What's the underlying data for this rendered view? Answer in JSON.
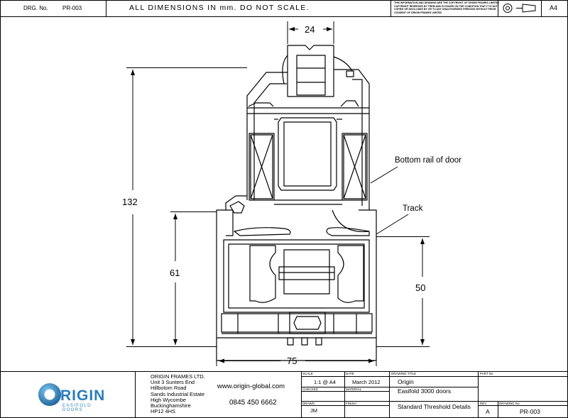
{
  "header": {
    "drg_no_label": "DRG. No.",
    "drg_no_value": "PR-003",
    "notice": "ALL DIMENSIONS IN mm.  DO NOT SCALE.",
    "copyright_lines": [
      "THIS INFORMATION AND DRAWING ARE THE COPYRIGHT OF ORIGIN FRAMES LIMITED.",
      "COPYRIGHT RESERVED BY THEM AND IS ISSUED ON THE CONDITION THAT IT IS NOT",
      "COPIED OR DISCLOSED BY OR TO ANY UNAUTHORISED PERSONS WITHOUT PRIOR",
      "CONSENT OF ORIGIN FRAMES LIMITED"
    ],
    "sheet_size": "A4"
  },
  "drawing": {
    "dimensions": {
      "top_width": "24",
      "overall_height": "132",
      "frame_height": "61",
      "threshold_height": "50",
      "overall_width": "75"
    },
    "callouts": {
      "bottom_rail": "Bottom rail of door",
      "track": "Track"
    }
  },
  "title_block": {
    "company": {
      "name": "ORIGIN FRAMES LTD.",
      "address": [
        "Unit 3 Sunters End",
        "Hillbotom Road",
        "Sands Industrial Estate",
        "High Wycombe",
        "Buckinghamshire",
        "HP12 4HS"
      ]
    },
    "website": "www.origin-global.com",
    "phone": "0845 450 6662",
    "logo": {
      "word": "RIGIN",
      "sub": "EASIFOLD DOORS"
    },
    "scale_label": "SCALE",
    "scale_value": "1:1 @ A4",
    "date_label": "DATE",
    "date_value": "March 2012",
    "checked_label": "CHECKED",
    "material_label": "MATERIAL",
    "drawn_label": "DRAWN",
    "drawn_value": "JM",
    "finish_label": "FINISH",
    "drawing_title_label": "DRAWING TITLE",
    "title_line1": "Origin",
    "title_line2": "Easifold 3000 doors",
    "title_line3": "Standard Threshold Details",
    "part_no_label": "PART No",
    "rev_label": "REV",
    "rev_value": "A",
    "drawing_no_label": "DRAWING No",
    "drawing_no_value": "PR-003"
  },
  "colors": {
    "line": "#000000",
    "logo_blue": "#2a7fbc"
  }
}
